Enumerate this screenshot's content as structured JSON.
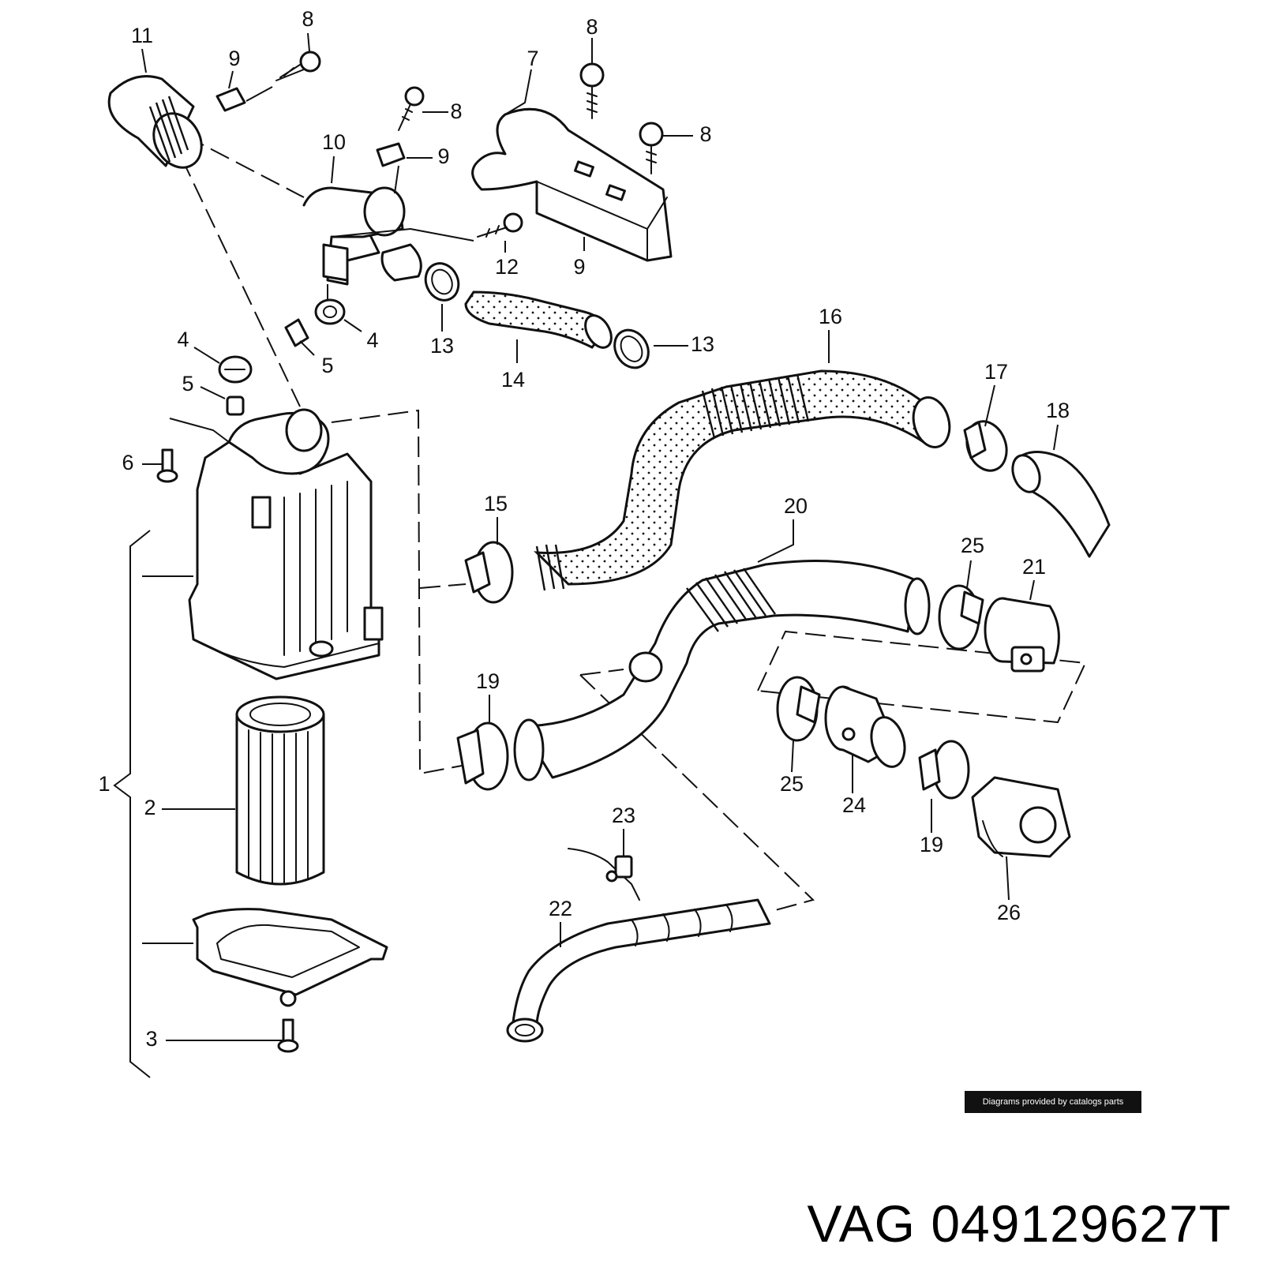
{
  "brand": "VAG",
  "part_number": "049129627T",
  "credit": "Diagrams provided by catalogs parts",
  "callouts": [
    {
      "id": "c11",
      "text": "11"
    },
    {
      "id": "c8a",
      "text": "8"
    },
    {
      "id": "c9a",
      "text": "9"
    },
    {
      "id": "c8b",
      "text": "8"
    },
    {
      "id": "c7",
      "text": "7"
    },
    {
      "id": "c8c",
      "text": "8"
    },
    {
      "id": "c10",
      "text": "10"
    },
    {
      "id": "c9b",
      "text": "9"
    },
    {
      "id": "c8d",
      "text": "8"
    },
    {
      "id": "c12",
      "text": "12"
    },
    {
      "id": "c9c",
      "text": "9"
    },
    {
      "id": "c4a",
      "text": "4"
    },
    {
      "id": "c5a",
      "text": "5"
    },
    {
      "id": "c13a",
      "text": "13"
    },
    {
      "id": "c14",
      "text": "14"
    },
    {
      "id": "c13b",
      "text": "13"
    },
    {
      "id": "c16",
      "text": "16"
    },
    {
      "id": "c4b",
      "text": "4"
    },
    {
      "id": "c5b",
      "text": "5"
    },
    {
      "id": "c17",
      "text": "17"
    },
    {
      "id": "c18",
      "text": "18"
    },
    {
      "id": "c6",
      "text": "6"
    },
    {
      "id": "c15",
      "text": "15"
    },
    {
      "id": "c20",
      "text": "20"
    },
    {
      "id": "c25a",
      "text": "25"
    },
    {
      "id": "c21",
      "text": "21"
    },
    {
      "id": "c19a",
      "text": "19"
    },
    {
      "id": "c1",
      "text": "1"
    },
    {
      "id": "c2",
      "text": "2"
    },
    {
      "id": "c25b",
      "text": "25"
    },
    {
      "id": "c24",
      "text": "24"
    },
    {
      "id": "c19b",
      "text": "19"
    },
    {
      "id": "c23",
      "text": "23"
    },
    {
      "id": "c22",
      "text": "22"
    },
    {
      "id": "c26",
      "text": "26"
    },
    {
      "id": "c3",
      "text": "3"
    }
  ]
}
